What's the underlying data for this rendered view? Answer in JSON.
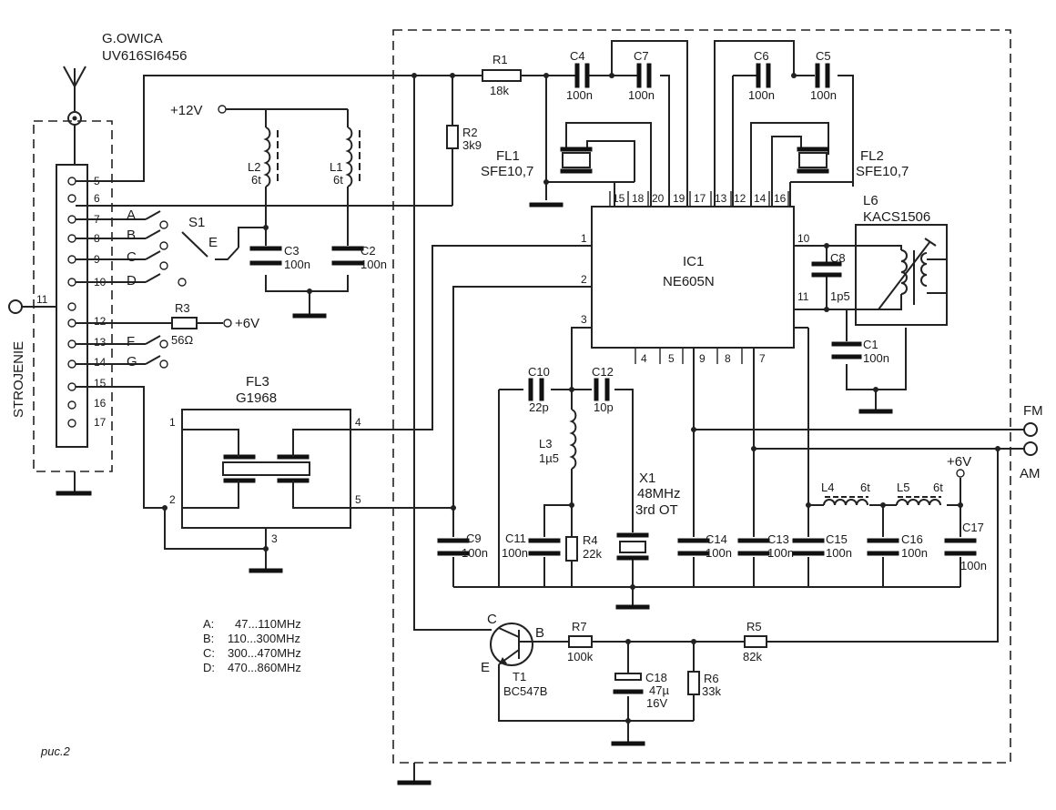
{
  "tuner": {
    "name": "G.OWICA",
    "model": "UV616SI6456"
  },
  "caption": "рис.2",
  "supply_12v": "+12V",
  "supply_6v": "+6V",
  "supply_6v_b": "+6V",
  "strojenie": "STROJENIE",
  "ic": {
    "name": "IC1",
    "type": "NE605N"
  },
  "switch": "S1",
  "switch_positions": [
    "A",
    "B",
    "C",
    "D",
    "E",
    "F",
    "G"
  ],
  "outputs": {
    "fm": "FM",
    "am": "AM"
  },
  "transistor": {
    "name": "T1",
    "type": "BC547B",
    "c": "C",
    "b": "B",
    "e": "E"
  },
  "crystal": {
    "name": "X1",
    "freq": "48MHz",
    "mode": "3rd OT"
  },
  "filters": {
    "fl1": {
      "name": "FL1",
      "type": "SFE10,7"
    },
    "fl2": {
      "name": "FL2",
      "type": "SFE10,7"
    },
    "fl3": {
      "name": "FL3",
      "type": "G1968"
    },
    "l6": {
      "name": "L6",
      "type": "KACS1506"
    }
  },
  "components": {
    "R1": {
      "name": "R1",
      "value": "18k"
    },
    "R2": {
      "name": "R2",
      "value": "3k9"
    },
    "R3": {
      "name": "R3",
      "value": "56Ω"
    },
    "R4": {
      "name": "R4",
      "value": "22k"
    },
    "R5": {
      "name": "R5",
      "value": "82k"
    },
    "R6": {
      "name": "R6",
      "value": "33k"
    },
    "R7": {
      "name": "R7",
      "value": "100k"
    },
    "C1": {
      "name": "C1",
      "value": "100n"
    },
    "C2": {
      "name": "C2",
      "value": "100n"
    },
    "C3": {
      "name": "C3",
      "value": "100n"
    },
    "C4": {
      "name": "C4",
      "value": "100n"
    },
    "C5": {
      "name": "C5",
      "value": "100n"
    },
    "C6": {
      "name": "C6",
      "value": "100n"
    },
    "C7": {
      "name": "C7",
      "value": "100n"
    },
    "C8": {
      "name": "C8",
      "value": "1p5"
    },
    "C9": {
      "name": "C9",
      "value": "100n"
    },
    "C10": {
      "name": "C10",
      "value": "22p"
    },
    "C11": {
      "name": "C11",
      "value": "100n"
    },
    "C12": {
      "name": "C12",
      "value": "10p"
    },
    "C13": {
      "name": "C13",
      "value": "100n"
    },
    "C14": {
      "name": "C14",
      "value": "100n"
    },
    "C15": {
      "name": "C15",
      "value": "100n"
    },
    "C16": {
      "name": "C16",
      "value": "100n"
    },
    "C17": {
      "name": "C17",
      "value": "100n"
    },
    "C18": {
      "name": "C18",
      "value": "47µ",
      "voltage": "16V"
    },
    "L1": {
      "name": "L1",
      "value": "6t"
    },
    "L2": {
      "name": "L2",
      "value": "6t"
    },
    "L3": {
      "name": "L3",
      "value": "1µ5"
    },
    "L4": {
      "name": "L4",
      "value": "6t"
    },
    "L5": {
      "name": "L5",
      "value": "6t"
    }
  },
  "tuner_pins": [
    "5",
    "6",
    "7",
    "8",
    "9",
    "10",
    "11",
    "12",
    "13",
    "14",
    "15",
    "16",
    "17"
  ],
  "ic_pins": [
    "1",
    "2",
    "3",
    "4",
    "5",
    "7",
    "8",
    "9",
    "10",
    "11",
    "12",
    "13",
    "14",
    "15",
    "16",
    "17",
    "18",
    "19",
    "20"
  ],
  "fl3_pins": [
    "1",
    "2",
    "3",
    "4",
    "5"
  ],
  "bands": [
    {
      "key": "A:",
      "range": "47...110MHz"
    },
    {
      "key": "B:",
      "range": "110...300MHz"
    },
    {
      "key": "C:",
      "range": "300...470MHz"
    },
    {
      "key": "D:",
      "range": "470...860MHz"
    }
  ]
}
